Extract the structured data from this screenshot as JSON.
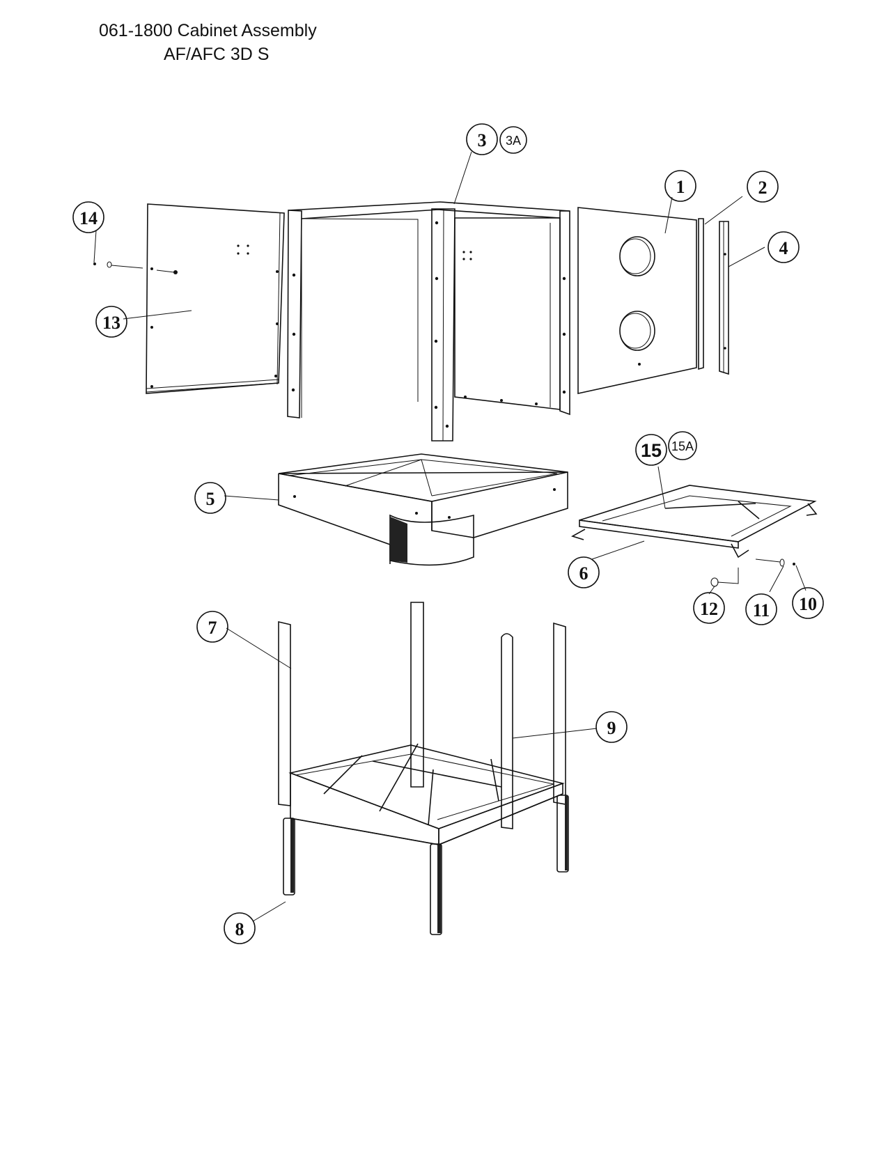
{
  "title": {
    "line1": "061-1800 Cabinet Assembly",
    "line2": "AF/AFC 3D S"
  },
  "callouts": [
    "1",
    "2",
    "3",
    "3A",
    "4",
    "5",
    "6",
    "7",
    "8",
    "9",
    "10",
    "11",
    "12",
    "13",
    "14",
    "15",
    "15A"
  ]
}
